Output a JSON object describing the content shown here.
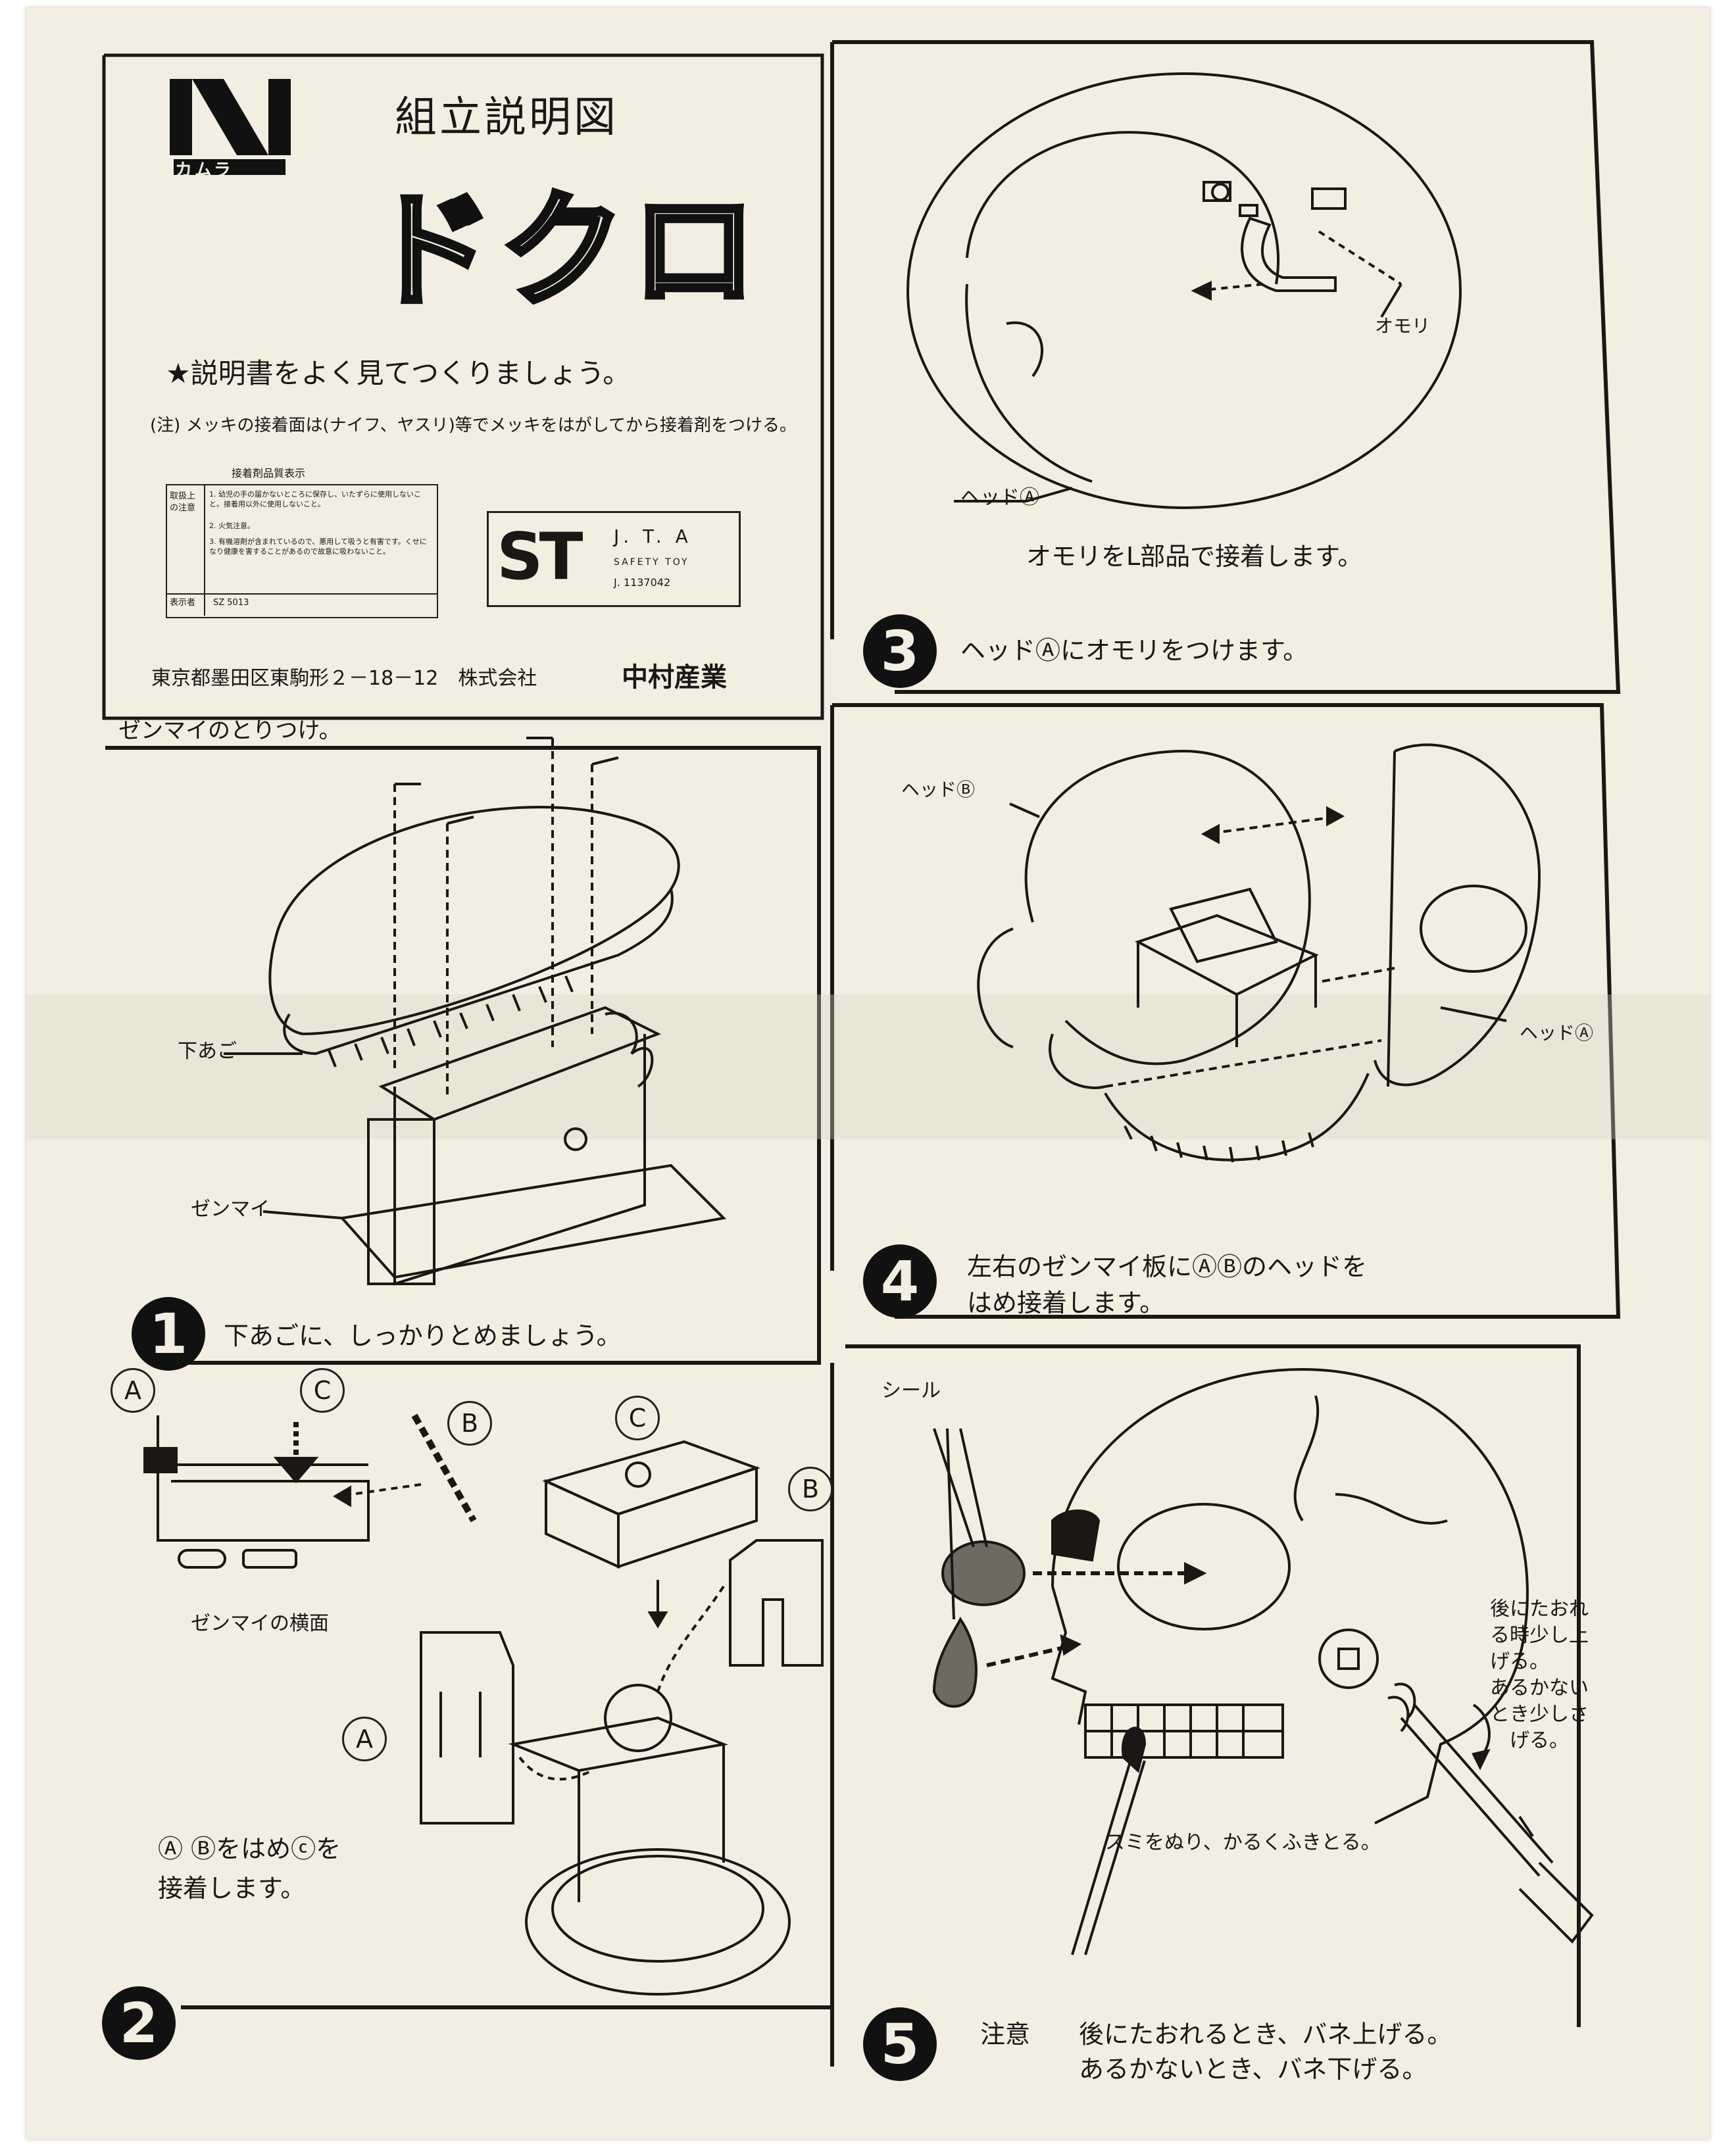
{
  "header": {
    "brand": "ナカムラ",
    "doc_title": "組立説明図",
    "product_name": "ドクロ",
    "intro": "★説明書をよく見てつくりましょう。",
    "note": "(注) メッキの接着面は(ナイフ、ヤスリ)等でメッキをはがしてから接着剤をつける。",
    "quality_table": {
      "title": "接着剤品質表示",
      "caution_label": "取扱上の注意",
      "items": [
        "1. 幼児の手の届かないところに保存し、いたずらに使用しないこと。接着用以外に使用しないこと。",
        "2. 火気注意。",
        "3. 有機溶剤が含まれているので、悪用して吸うと有害です。くせになり健康を害することがあるので故意に吸わないこと。"
      ],
      "labeler_label": "表示者",
      "labeler_code": "SZ 5013"
    },
    "st_badge": {
      "logo": "ST",
      "org": "J. T. A",
      "line1": "SAFETY TOY",
      "line2": "J. 1137042"
    },
    "address": "東京都墨田区東駒形２－18－12　株式会社",
    "company": "中村産業"
  },
  "steps": [
    {
      "number": "1",
      "heading": "ゼンマイのとりつけ。",
      "labels": [
        "下あご",
        "ゼンマイ"
      ],
      "instruction": "下あごに、しっかりとめましょう。"
    },
    {
      "number": "2",
      "labels": [
        "A",
        "C",
        "B",
        "ゼンマイの横面"
      ],
      "instruction_lines": [
        "Ⓐ Ⓑをはめⓒを",
        "接着します。"
      ]
    },
    {
      "number": "3",
      "labels": [
        "オモリ",
        "ヘッドⒶ"
      ],
      "caption": "オモリをL部品で接着します。",
      "instruction": "ヘッドⒶにオモリをつけます。"
    },
    {
      "number": "4",
      "labels": [
        "ヘッドⒷ",
        "ヘッドⒶ"
      ],
      "instruction_lines": [
        "左右のゼンマイ板にⒶⒷのヘッドを",
        "はめ接着します。"
      ]
    },
    {
      "number": "5",
      "labels": [
        "シール"
      ],
      "side_note_lines": [
        "後にたおれ",
        "る時少し上",
        "げる。",
        "あるかない",
        "とき少しさ",
        "げる。"
      ],
      "brush_note": "スミをぬり、かるくふきとる。",
      "caution_label": "注意",
      "caution_lines": [
        "後にたおれるとき、バネ上げる。",
        "あるかないとき、バネ下げる。"
      ]
    }
  ],
  "colors": {
    "paper": "#f2eee2",
    "ink": "#1a1714",
    "background": "#ffffff"
  }
}
